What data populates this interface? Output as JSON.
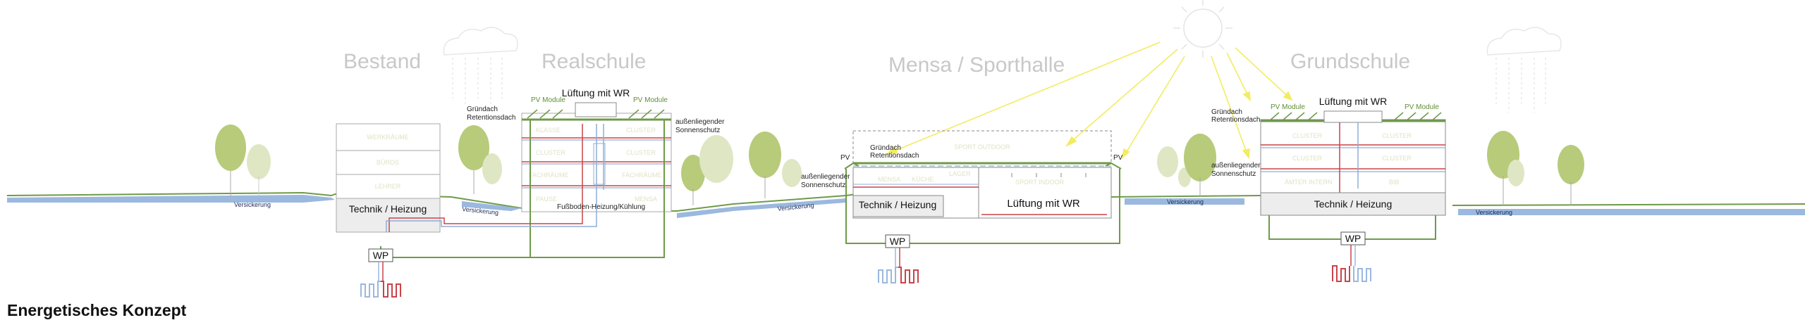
{
  "title": "Energetisches Konzept",
  "buildings": {
    "bestand": "Bestand",
    "realschule": "Realschule",
    "mensa": "Mensa / Sporthalle",
    "grundschule": "Grundschule"
  },
  "labels": {
    "technik": "Technik / Heizung",
    "wp": "WP",
    "lueftung": "Lüftung mit WR",
    "pv_module": "PV Module",
    "pv": "PV",
    "gruendach_1": "Gründach",
    "gruendach_2": "Retentionsdach",
    "sonnenschutz_1": "außenliegender",
    "sonnenschutz_2": "Sonnenschutz",
    "fussboden": "Fußboden-Heizung/Kühlung",
    "versickerung": "Versickerung"
  },
  "rooms": {
    "bestand": [
      "WERKRÄUME",
      "BÜROS",
      "LEHRER"
    ],
    "realschule_left": [
      "KLASSE",
      "CLUSTER",
      "FACHRÄUME",
      "PAUSE"
    ],
    "realschule_right": [
      "CLUSTER",
      "CLUSTER",
      "FACHRÄUME",
      "MENSA"
    ],
    "mensa_top": "SPORT OUTDOOR",
    "mensa_mid": [
      "MENSA",
      "KÜCHE"
    ],
    "mensa_hall": "SPORT INDOOR",
    "mensa_lager": "LAGER",
    "grund_left": [
      "CLUSTER",
      "CLUSTER",
      "ÄMTER INTERN"
    ],
    "grund_right": [
      "CLUSTER",
      "CLUSTER",
      "BIB"
    ]
  },
  "colors": {
    "green_line": "#6e9a48",
    "heating": "#c8444a",
    "cooling": "#8faed8",
    "water": "#9bb8df",
    "sun_ray": "#f2ec63",
    "tree": "#b7cb7a",
    "tree_light": "#dfe6c4",
    "title_grey": "#c8c8c8"
  }
}
